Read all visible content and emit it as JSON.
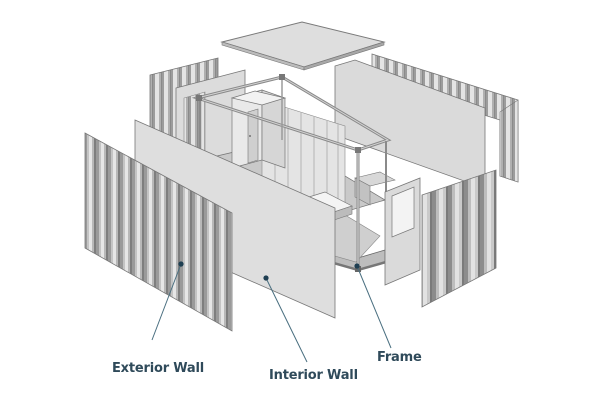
{
  "diagram": {
    "subject": "Exploded view of a modular container house",
    "components": [
      {
        "id": "exterior-wall",
        "label": "Exterior Wall"
      },
      {
        "id": "interior-wall",
        "label": "Interior Wall"
      },
      {
        "id": "frame",
        "label": "Frame"
      }
    ],
    "labels": {
      "exterior_wall": "Exterior Wall",
      "interior_wall": "Interior Wall",
      "frame": "Frame"
    },
    "colors": {
      "label_text": "#2f4a5a",
      "leader_line": "#4a6f80",
      "leader_dot": "#1f3f52",
      "panel_fill": "#dcdcdc",
      "panel_stroke": "#777777",
      "corrugation_dark": "#8a8a8a",
      "corrugation_light": "#e8e8e8",
      "floor": "#c8c8c8",
      "background": "#ffffff"
    }
  }
}
